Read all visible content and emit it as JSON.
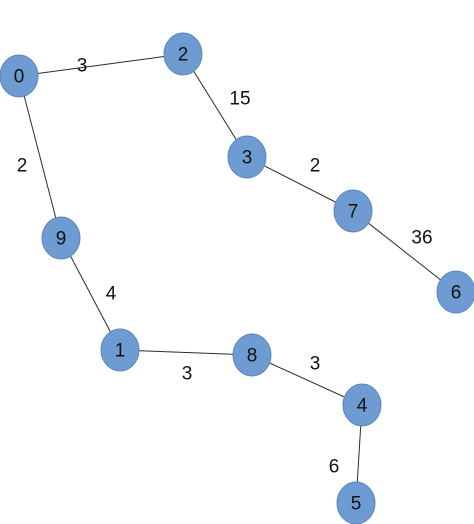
{
  "colors": {
    "node_fill": "#6e9bd1",
    "edge": "#2b2b2b",
    "text": "#111111"
  },
  "nodes": [
    {
      "id": "0",
      "label": "0"
    },
    {
      "id": "1",
      "label": "1"
    },
    {
      "id": "2",
      "label": "2"
    },
    {
      "id": "3",
      "label": "3"
    },
    {
      "id": "4",
      "label": "4"
    },
    {
      "id": "5",
      "label": "5"
    },
    {
      "id": "6",
      "label": "6"
    },
    {
      "id": "7",
      "label": "7"
    },
    {
      "id": "8",
      "label": "8"
    },
    {
      "id": "9",
      "label": "9"
    }
  ],
  "edges": [
    {
      "from": "0",
      "to": "2",
      "weight": "3"
    },
    {
      "from": "2",
      "to": "3",
      "weight": "15"
    },
    {
      "from": "3",
      "to": "7",
      "weight": "2"
    },
    {
      "from": "7",
      "to": "6",
      "weight": "36"
    },
    {
      "from": "0",
      "to": "9",
      "weight": "2"
    },
    {
      "from": "9",
      "to": "1",
      "weight": "4"
    },
    {
      "from": "1",
      "to": "8",
      "weight": "3"
    },
    {
      "from": "8",
      "to": "4",
      "weight": "3"
    },
    {
      "from": "4",
      "to": "5",
      "weight": "6"
    }
  ]
}
